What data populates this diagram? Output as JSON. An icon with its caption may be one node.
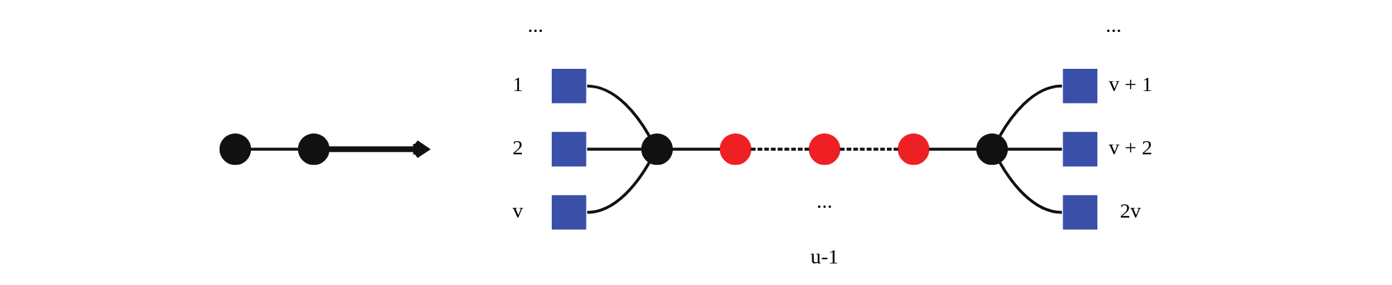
{
  "diagram": {
    "nodes": [
      {
        "text": [],
        "shape": "circle"
      },
      {
        "text": [],
        "shape": "circle"
      },
      {
        "text": [],
        "shape": "box",
        "beside": [
          "1"
        ]
      },
      {
        "text": [],
        "shape": "box",
        "beside": [
          "2"
        ]
      },
      {
        "text": [],
        "shape": "box",
        "beside": [
          "v"
        ]
      },
      {
        "text": [],
        "shape": "circle"
      },
      {
        "text": [],
        "shape": "circle"
      },
      {
        "text": [],
        "shape": "circle"
      },
      {
        "text": [],
        "shape": "circle"
      },
      {
        "text": [],
        "shape": "circle"
      },
      {
        "text": [],
        "shape": "box",
        "beside": [
          "v + 1"
        ]
      },
      {
        "text": [],
        "shape": "box",
        "beside": [
          "v + 2"
        ]
      },
      {
        "text": [],
        "shape": "box",
        "beside": [
          "2v"
        ]
      }
    ],
    "edges": [
      {
        "from": 0,
        "to": 1,
        "arrow": "none"
      },
      {
        "from": 1,
        "to": null,
        "arrow": "to",
        "style": "thick"
      },
      {
        "from": 2,
        "to": 5,
        "arrow": "none"
      },
      {
        "from": 3,
        "to": 5,
        "arrow": "none"
      },
      {
        "from": 4,
        "to": 5,
        "arrow": "none"
      },
      {
        "from": 5,
        "to": 6,
        "arrow": "none"
      },
      {
        "from": 6,
        "to": 7,
        "arrow": "none",
        "style": "dashed"
      },
      {
        "from": 7,
        "to": 8,
        "arrow": "none",
        "style": "dashed"
      },
      {
        "from": 8,
        "to": 9,
        "arrow": "none"
      },
      {
        "from": 9,
        "to": 10,
        "arrow": "none"
      },
      {
        "from": 9,
        "to": 11,
        "arrow": "none"
      },
      {
        "from": 9,
        "to": 12,
        "arrow": "none"
      }
    ],
    "labels": [
      "...",
      "...",
      "...",
      "u-1"
    ]
  }
}
